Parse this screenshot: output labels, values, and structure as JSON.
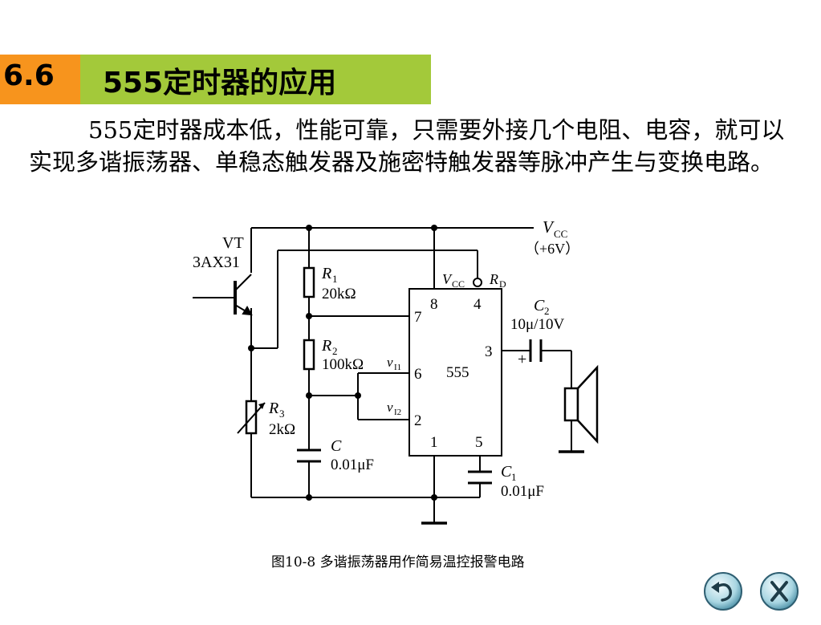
{
  "header": {
    "section_number": "6.6",
    "title": "555定时器的应用"
  },
  "intro_text": "555定时器成本低，性能可靠，只需要外接几个电阻、电容，就可以实现多谐振荡器、单稳态触发器及施密特触发器等脉冲产生与变换电路。",
  "figure": {
    "caption": "图10-8  多谐振荡器用作简易温控报警电路",
    "supply_label": "V",
    "supply_sub": "CC",
    "supply_value": "（+6V）",
    "transistor_name": "VT",
    "transistor_model": "3AX31",
    "r1_name": "R",
    "r1_sub": "1",
    "r1_value": "20kΩ",
    "r2_name": "R",
    "r2_sub": "2",
    "r2_value": "100kΩ",
    "r3_name": "R",
    "r3_sub": "3",
    "r3_value": "2kΩ",
    "c_name": "C",
    "c_value": "0.01μF",
    "c1_name": "C",
    "c1_sub": "1",
    "c1_value": "0.01μF",
    "c2_name": "C",
    "c2_sub": "2",
    "c2_value": "10μ/10V",
    "chip_label": "555",
    "chip_vcc": "V",
    "chip_vcc_sub": "CC",
    "chip_rd": "R",
    "chip_rd_sub": "D",
    "v11": "v",
    "v11_sub": "I1",
    "v12": "v",
    "v12_sub": "I2",
    "pins": {
      "p1": "1",
      "p2": "2",
      "p3": "3",
      "p4": "4",
      "p5": "5",
      "p6": "6",
      "p7": "7",
      "p8": "8"
    },
    "polarity_plus": "+"
  },
  "nav": {
    "back_icon": "back-arrow-icon",
    "close_icon": "close-x-icon"
  }
}
